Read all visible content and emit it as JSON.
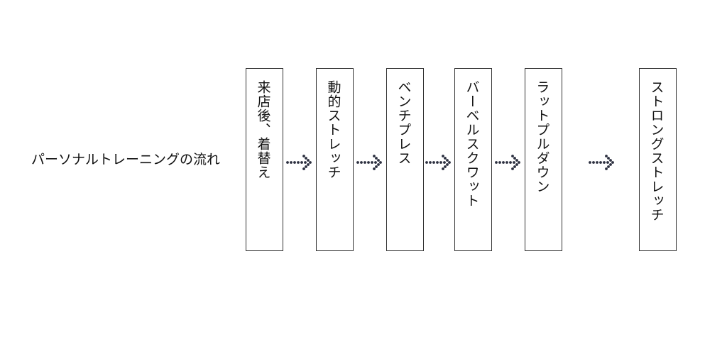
{
  "title": "パーソナルトレーニングの流れ",
  "steps": [
    {
      "label": "来店後、着替え"
    },
    {
      "label": "動的ストレッチ"
    },
    {
      "label": "ベンチプレス"
    },
    {
      "label": "バーベルスクワット"
    },
    {
      "label": "ラットプルダウン"
    },
    {
      "label": "ストロングストレッチ"
    }
  ],
  "colors": {
    "arrow": "#2b2f3f",
    "border": "#333333"
  },
  "icons": {
    "arrow": "dotted-arrow-right-icon"
  }
}
